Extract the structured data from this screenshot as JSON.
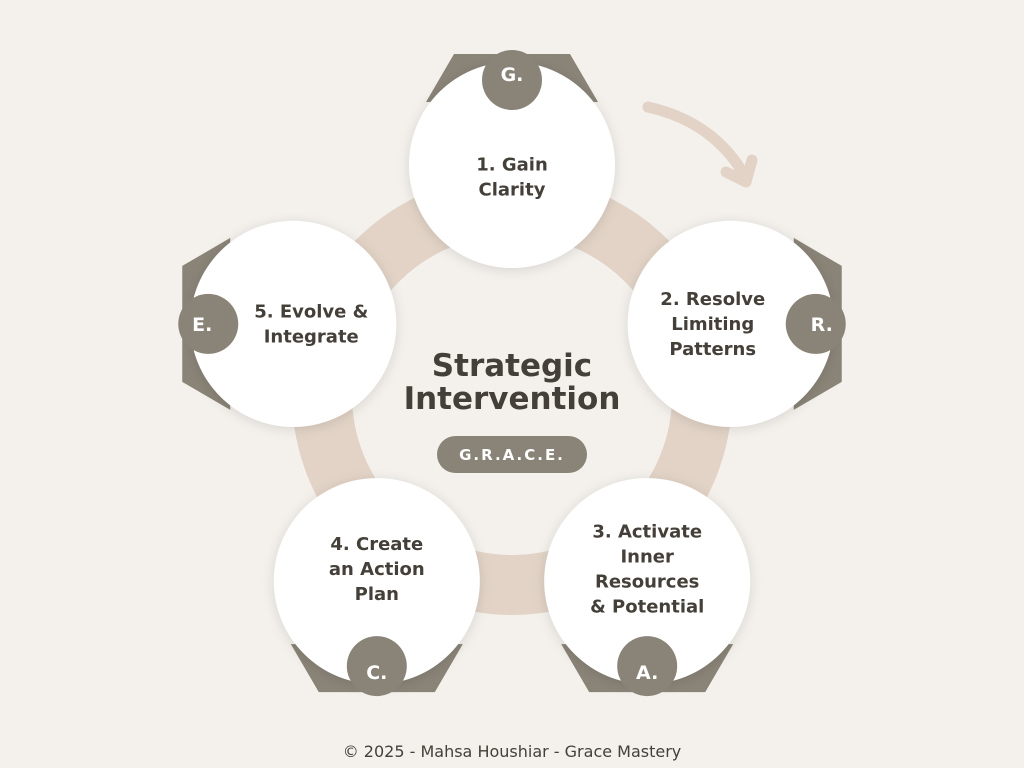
{
  "center": {
    "title_lines": [
      "Strategic",
      "Intervention"
    ],
    "acronym": "G.R.A.C.E."
  },
  "steps": [
    {
      "letter": "G.",
      "label_lines": [
        "1. Gain",
        "Clarity"
      ]
    },
    {
      "letter": "R.",
      "label_lines": [
        "2. Resolve",
        "Limiting",
        "Patterns"
      ]
    },
    {
      "letter": "A.",
      "label_lines": [
        "3. Activate",
        "Inner",
        "Resources",
        "& Potential"
      ]
    },
    {
      "letter": "C.",
      "label_lines": [
        "4. Create",
        "an Action",
        "Plan"
      ]
    },
    {
      "letter": "E.",
      "label_lines": [
        "5. Evolve &",
        "Integrate"
      ]
    }
  ],
  "footer": "© 2025 - Mahsa Houshiar - Grace Mastery",
  "colors": {
    "background": "#f4f1ec",
    "ring": "#e2d3c6",
    "badge": "#8a8478",
    "text": "#444039",
    "node_fill": "#ffffff",
    "arrow": "#e2d3c6"
  },
  "icons": {
    "cycle_arrow": "curved-arrow-icon"
  }
}
